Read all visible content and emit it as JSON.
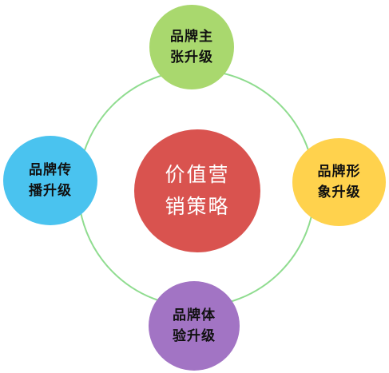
{
  "center": {
    "label": "价值营\n销策略",
    "color": "#d9534f"
  },
  "nodes": {
    "top": {
      "label": "品牌主\n张升级",
      "color": "#a9d86e"
    },
    "left": {
      "label": "品牌传\n播升级",
      "color": "#4ac3ef"
    },
    "right": {
      "label": "品牌形\n象升级",
      "color": "#ffd24d"
    },
    "bottom": {
      "label": "品牌体\n验升级",
      "color": "#a274c4"
    }
  },
  "ring_color": "#8fdc8f"
}
